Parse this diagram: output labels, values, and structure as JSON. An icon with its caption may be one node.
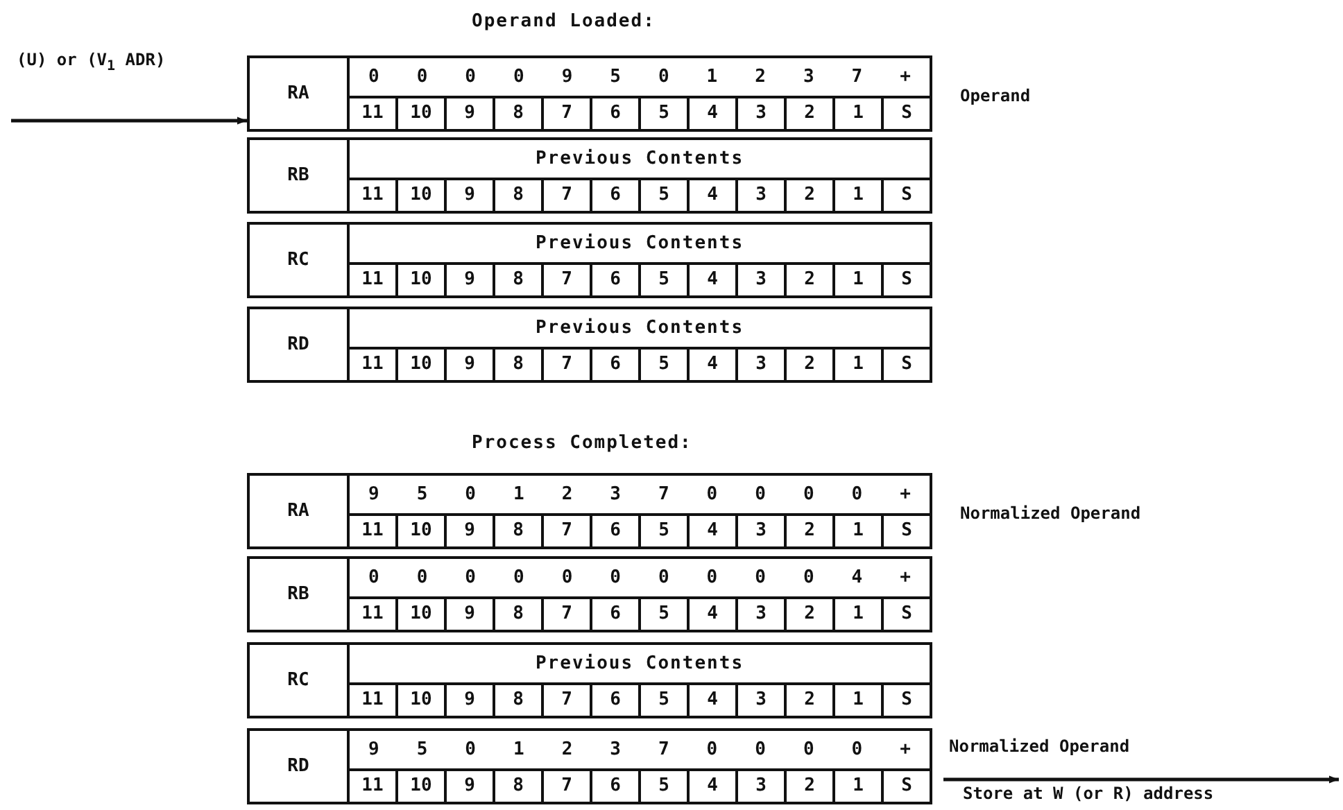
{
  "diagram": {
    "nodes": [
      {
        "text": [
          "RA",
          "0",
          "0",
          "0",
          "0",
          "9",
          "5",
          "0",
          "1",
          "2",
          "3",
          "7",
          "+",
          "11",
          "10",
          "9",
          "8",
          "7",
          "6",
          "5",
          "4",
          "3",
          "2",
          "1",
          "S"
        ],
        "beside": [
          "Operand"
        ]
      },
      {
        "text": [
          "RB",
          "Previous Contents",
          "11",
          "10",
          "9",
          "8",
          "7",
          "6",
          "5",
          "4",
          "3",
          "2",
          "1",
          "S"
        ]
      },
      {
        "text": [
          "RC",
          "Previous Contents",
          "11",
          "10",
          "9",
          "8",
          "7",
          "6",
          "5",
          "4",
          "3",
          "2",
          "1",
          "S"
        ]
      },
      {
        "text": [
          "RD",
          "Previous Contents",
          "11",
          "10",
          "9",
          "8",
          "7",
          "6",
          "5",
          "4",
          "3",
          "2",
          "1",
          "S"
        ]
      },
      {
        "text": [
          "RA",
          "9",
          "5",
          "0",
          "1",
          "2",
          "3",
          "7",
          "0",
          "0",
          "0",
          "0",
          "+",
          "11",
          "10",
          "9",
          "8",
          "7",
          "6",
          "5",
          "4",
          "3",
          "2",
          "1",
          "S"
        ],
        "beside": [
          "Normalized Operand"
        ]
      },
      {
        "text": [
          "RB",
          "0",
          "0",
          "0",
          "0",
          "0",
          "0",
          "0",
          "0",
          "0",
          "0",
          "4",
          "+",
          "11",
          "10",
          "9",
          "8",
          "7",
          "6",
          "5",
          "4",
          "3",
          "2",
          "1",
          "S"
        ]
      },
      {
        "text": [
          "RC",
          "Previous Contents",
          "11",
          "10",
          "9",
          "8",
          "7",
          "6",
          "5",
          "4",
          "3",
          "2",
          "1",
          "S"
        ]
      },
      {
        "text": [
          "RD",
          "9",
          "5",
          "0",
          "1",
          "2",
          "3",
          "7",
          "0",
          "0",
          "0",
          "0",
          "+",
          "11",
          "10",
          "9",
          "8",
          "7",
          "6",
          "5",
          "4",
          "3",
          "2",
          "1",
          "S"
        ]
      }
    ],
    "edges": [
      {
        "from": null,
        "to": 0,
        "arrow": "to",
        "label": "(U) or (V$_{1}$ ADR)"
      },
      {
        "from": 7,
        "to": null,
        "arrow": "to",
        "label": "Normalized Operand"
      }
    ],
    "labels": [
      "Operand Loaded:",
      "Process Completed:",
      "Store at W (or R) address"
    ]
  }
}
